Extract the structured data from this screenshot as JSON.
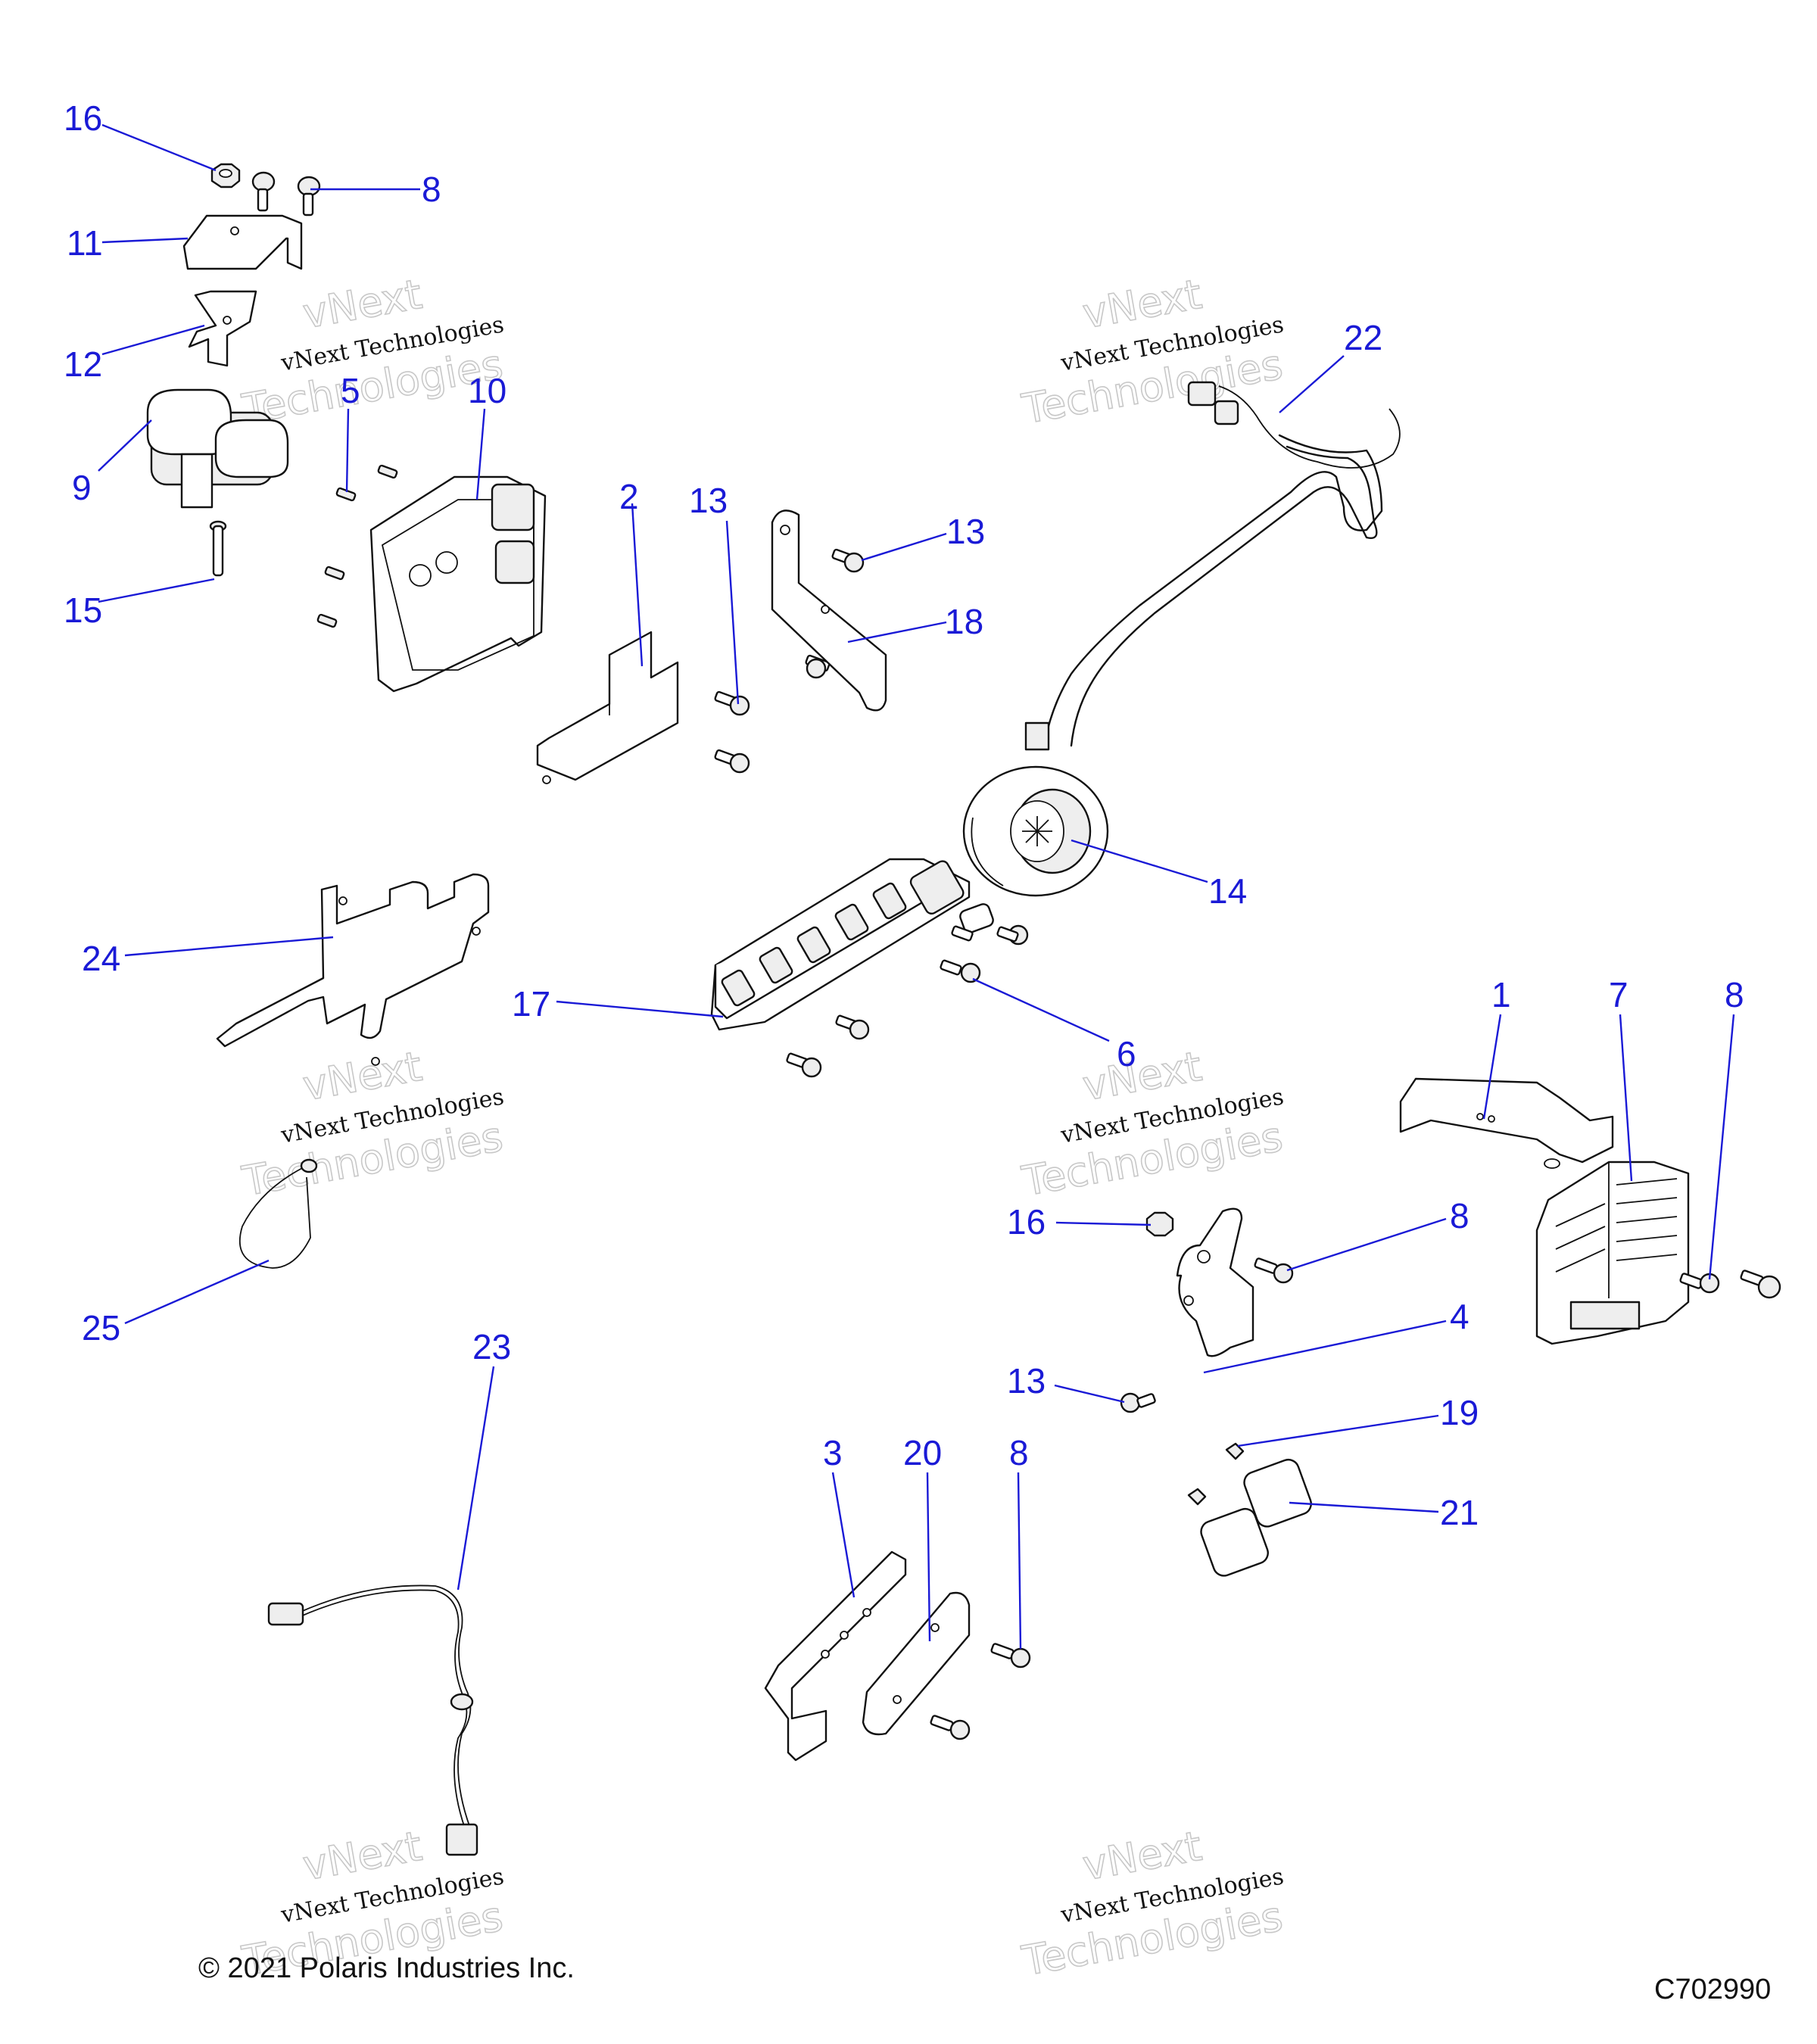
{
  "callouts": [
    {
      "id": "c16a",
      "text": "16"
    },
    {
      "id": "c8a",
      "text": "8"
    },
    {
      "id": "c11",
      "text": "11"
    },
    {
      "id": "c12",
      "text": "12"
    },
    {
      "id": "c5",
      "text": "5"
    },
    {
      "id": "c10",
      "text": "10"
    },
    {
      "id": "c9",
      "text": "9"
    },
    {
      "id": "c15",
      "text": "15"
    },
    {
      "id": "c2",
      "text": "2"
    },
    {
      "id": "c13a",
      "text": "13"
    },
    {
      "id": "c13b",
      "text": "13"
    },
    {
      "id": "c18",
      "text": "18"
    },
    {
      "id": "c22",
      "text": "22"
    },
    {
      "id": "c14",
      "text": "14"
    },
    {
      "id": "c24",
      "text": "24"
    },
    {
      "id": "c17",
      "text": "17"
    },
    {
      "id": "c6",
      "text": "6"
    },
    {
      "id": "c1",
      "text": "1"
    },
    {
      "id": "c7",
      "text": "7"
    },
    {
      "id": "c8b",
      "text": "8"
    },
    {
      "id": "c16b",
      "text": "16"
    },
    {
      "id": "c8c",
      "text": "8"
    },
    {
      "id": "c4",
      "text": "4"
    },
    {
      "id": "c13c",
      "text": "13"
    },
    {
      "id": "c19",
      "text": "19"
    },
    {
      "id": "c21",
      "text": "21"
    },
    {
      "id": "c25",
      "text": "25"
    },
    {
      "id": "c23",
      "text": "23"
    },
    {
      "id": "c3",
      "text": "3"
    },
    {
      "id": "c20",
      "text": "20"
    },
    {
      "id": "c8d",
      "text": "8"
    }
  ],
  "watermark": {
    "line1": "vNext",
    "line2": "vNext Technologies",
    "line3": "Technologies"
  },
  "copyright": "© 2021 Polaris Industries Inc.",
  "drawing_number": "C702990"
}
